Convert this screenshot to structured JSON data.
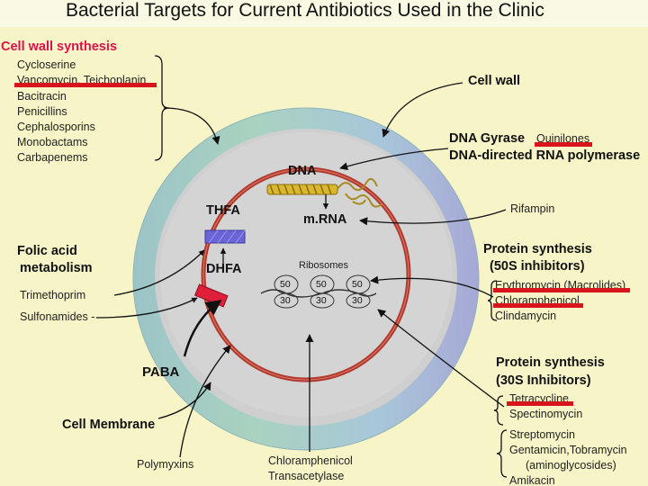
{
  "title": "Bacterial Targets for Current Antibiotics Used in the Clinic",
  "cell_wall_synthesis": {
    "heading": "Cell wall synthesis",
    "drugs": [
      "Cycloserine",
      "Vancomycin, Teichoplanin",
      "Bacitracin",
      "Penicillins",
      "Cephalosporins",
      "Monobactams",
      "Carbapenems"
    ]
  },
  "labels": {
    "cell_wall": "Cell wall",
    "dna_gyrase": "DNA Gyrase",
    "quinilones": "Quinilones",
    "rna_polymerase": "DNA-directed RNA polymerase",
    "rifampin": "Rifampin",
    "dna": "DNA",
    "mrna": "m.RNA",
    "thfa": "THFA",
    "dhfa": "DHFA",
    "paba": "PABA",
    "cell_membrane": "Cell Membrane",
    "ribosomes": "Ribosomes",
    "polymyxins": "Polymyxins",
    "chloramphenicol_transacetylase_1": "Chloramphenicol",
    "chloramphenicol_transacetylase_2": "Transacetylase"
  },
  "folic_acid": {
    "heading_1": "Folic acid",
    "heading_2": "metabolism",
    "drugs": [
      "Trimethoprim",
      "Sulfonamides -"
    ]
  },
  "ribosome_units": [
    {
      "top": "50",
      "bottom": "30"
    },
    {
      "top": "50",
      "bottom": "30"
    },
    {
      "top": "50",
      "bottom": "30"
    }
  ],
  "protein_50s": {
    "heading_1": "Protein synthesis",
    "heading_2": "(50S inhibitors)",
    "drugs": [
      "Erythromycin (Macrolides)",
      "Chloramphenicol",
      "Clindamycin"
    ]
  },
  "protein_30s": {
    "heading_1": "Protein synthesis",
    "heading_2": "(30S Inhibitors)",
    "drugs": [
      "Tetracycline",
      "Spectinomycin",
      "Streptomycin",
      "Gentamicin,Tobramycin",
      "(aminoglycosides)",
      "Amikacin"
    ]
  },
  "colors": {
    "background": "#f7f5c8",
    "cell_fill": "#d2d2d2",
    "membrane": "#c0392b",
    "accent_red": "#e0104a",
    "underline": "#d8141c",
    "thfa_bar": "#6b64d8",
    "dhfa_bar": "#e0203a"
  },
  "icons": [
    "dna-helix-icon",
    "mrna-strand-icon",
    "thfa-bar-icon",
    "dhfa-bar-icon"
  ]
}
